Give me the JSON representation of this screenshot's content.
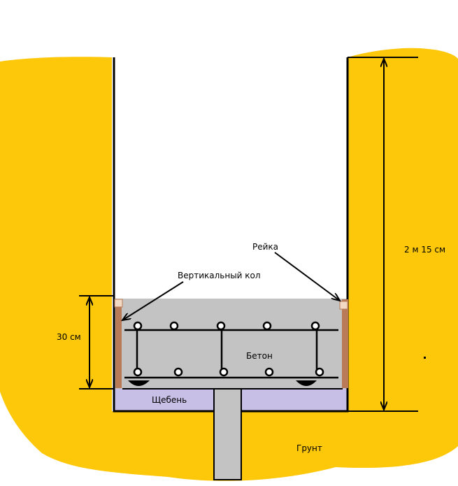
{
  "labels": {
    "stake": "Вертикальный кол",
    "batten": "Рейка",
    "concrete": "Бетон",
    "gravel": "Щебень",
    "soil": "Грунт",
    "depth": "2 м 15 см",
    "slab_height": "30 см"
  },
  "colors": {
    "soil": "#FDC70A",
    "concrete": "#C3C3C3",
    "gravel": "#C8BFE7",
    "board": "#B97A57",
    "line": "#000000"
  }
}
